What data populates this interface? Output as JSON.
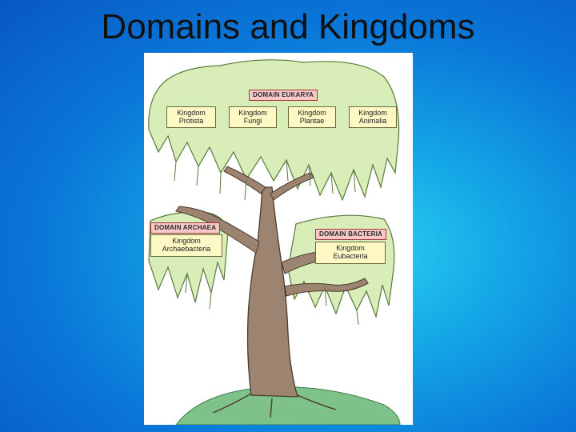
{
  "slide": {
    "title": "Domains and Kingdoms"
  },
  "domains": {
    "eukarya": {
      "label": "DOMAIN EUKARYA",
      "kingdoms": [
        {
          "line1": "Kingdom",
          "line2": "Protista"
        },
        {
          "line1": "Kingdom",
          "line2": "Fungi"
        },
        {
          "line1": "Kingdom",
          "line2": "Plantae"
        },
        {
          "line1": "Kingdom",
          "line2": "Animalia"
        }
      ]
    },
    "archaea": {
      "label": "DOMAIN ARCHAEA",
      "kingdom": {
        "line1": "Kingdom",
        "line2": "Archaebacteria"
      }
    },
    "bacteria": {
      "label": "DOMAIN BACTERIA",
      "kingdom": {
        "line1": "Kingdom",
        "line2": "Eubacteria"
      }
    }
  },
  "colors": {
    "background": "#0a78d8",
    "foliage": "#d9edb8",
    "trunk": "#9c8470",
    "domain_label_fill": "#f7c8c8",
    "kingdom_fill": "#fdf8c4",
    "grass": "#7ec28a"
  }
}
